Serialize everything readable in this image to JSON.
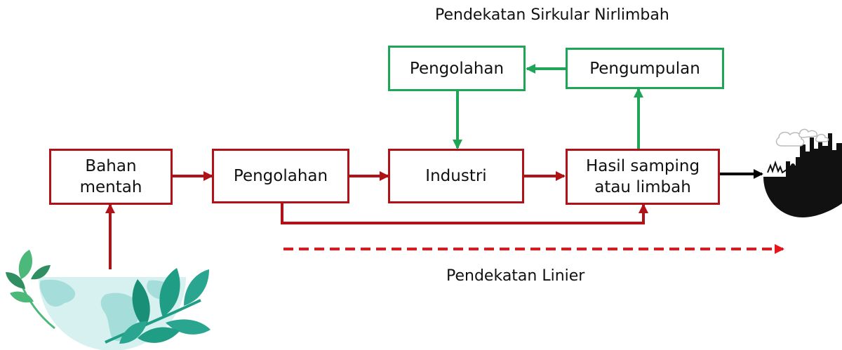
{
  "title_circular": "Pendekatan Sirkular Nirlimbah",
  "title_linear": "Pendekatan Linier",
  "boxes": {
    "bahan_mentah": {
      "line1": "Bahan",
      "line2": "mentah"
    },
    "pengolahan_linear": "Pengolahan",
    "industri": "Industri",
    "hasil_samping": {
      "line1": "Hasil samping",
      "line2": "atau limbah"
    },
    "pengolahan_circular": "Pengolahan",
    "pengumpulan": "Pengumpulan"
  },
  "colors": {
    "linear": "#b01217",
    "circular": "#1ea656",
    "linear_dashed": "#e8141b",
    "disposal": "#000000",
    "leaf_dark": "#1f9e85",
    "leaf_light": "#4cb87a",
    "globe_water": "#d6f1f0",
    "globe_land": "#a4ddd9"
  },
  "icons": [
    "globe-with-leaves-icon",
    "polluted-earth-icon"
  ]
}
